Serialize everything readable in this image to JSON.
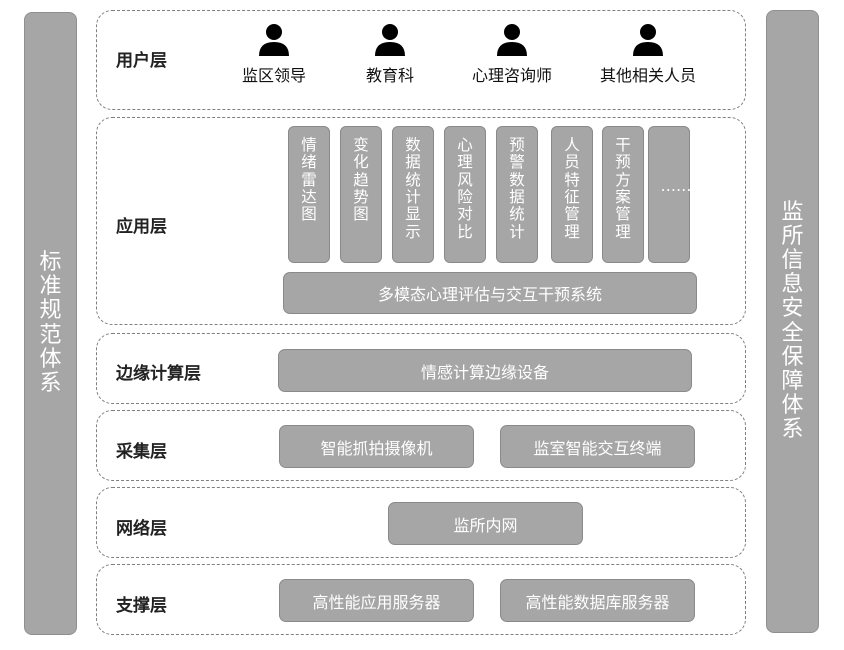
{
  "left_bar": {
    "label": "标准规范体系"
  },
  "right_bar": {
    "label": "监所信息安全保障体系"
  },
  "layers": {
    "user": {
      "title": "用户层",
      "users": [
        "监区领导",
        "教育科",
        "心理咨询师",
        "其他相关人员"
      ]
    },
    "app": {
      "title": "应用层",
      "modules": [
        "情绪雷达图",
        "变化趋势图",
        "数据统计显示",
        "心理风险对比",
        "预警数据统计",
        "人员特征管理",
        "干预方案管理",
        "……"
      ],
      "system": "多模态心理评估与交互干预系统"
    },
    "edge": {
      "title": "边缘计算层",
      "device": "情感计算边缘设备"
    },
    "collect": {
      "title": "采集层",
      "items": [
        "智能抓拍摄像机",
        "监室智能交互终端"
      ]
    },
    "network": {
      "title": "网络层",
      "item": "监所内网"
    },
    "support": {
      "title": "支撑层",
      "items": [
        "高性能应用服务器",
        "高性能数据库服务器"
      ]
    }
  },
  "colors": {
    "block_fill": "#a6a6a6",
    "border": "#7f7f7f",
    "icon": "#000000"
  }
}
